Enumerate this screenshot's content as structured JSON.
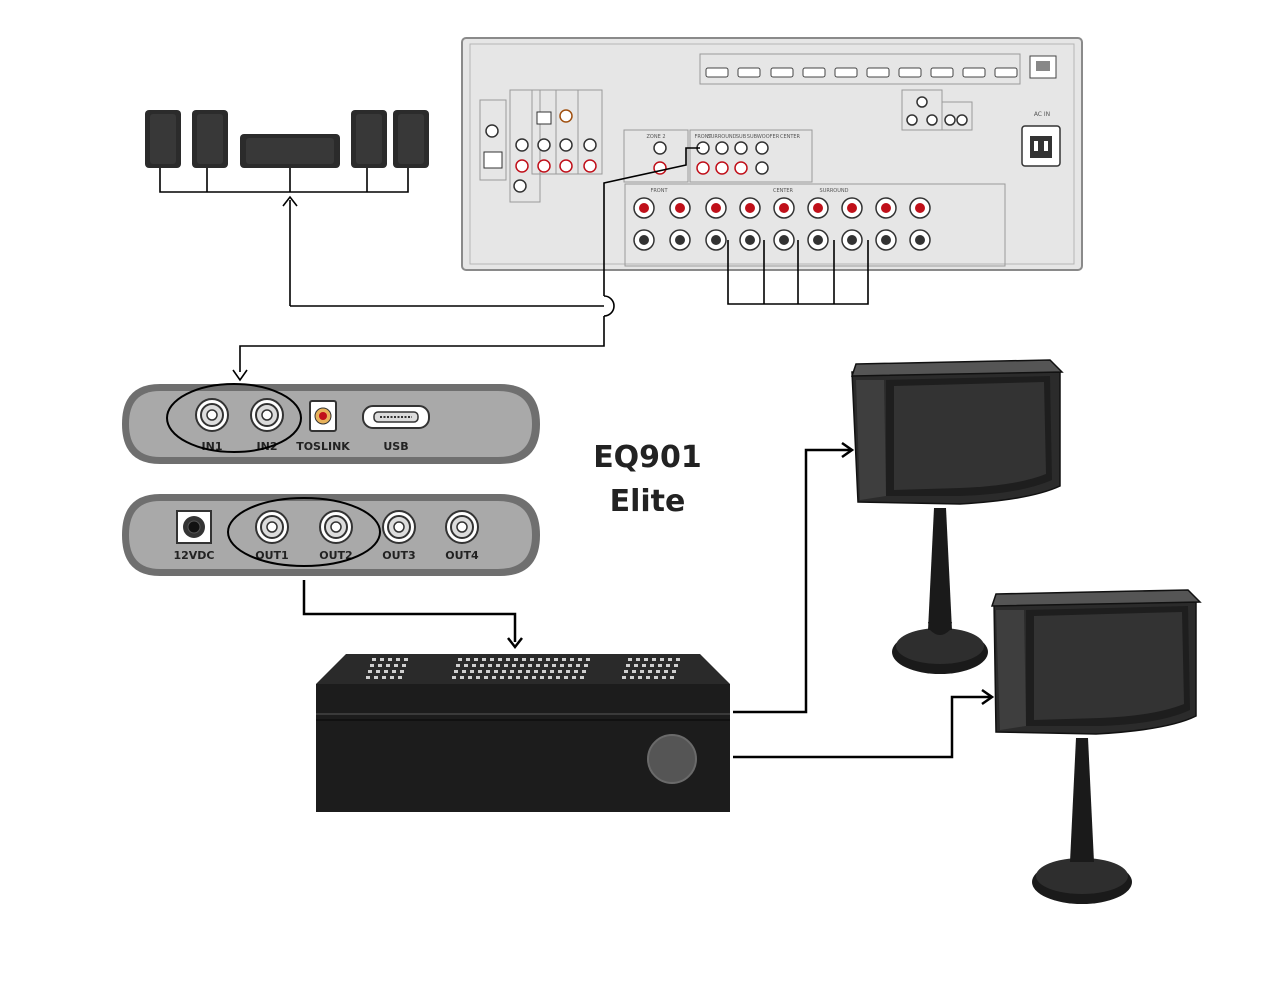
{
  "title": {
    "line1": "EQ901",
    "line2": "Elite"
  },
  "eq_input_panel": {
    "ports": [
      {
        "label": "IN1"
      },
      {
        "label": "IN2"
      },
      {
        "label": "TOSLINK"
      },
      {
        "label": "USB"
      }
    ]
  },
  "eq_output_panel": {
    "ports": [
      {
        "label": "12VDC"
      },
      {
        "label": "OUT1"
      },
      {
        "label": "OUT2"
      },
      {
        "label": "OUT3"
      },
      {
        "label": "OUT4"
      }
    ]
  },
  "receiver": {
    "ac_in_label": "AC IN",
    "zone2_label": "ZONE 2",
    "speaker_group_labels": [
      "FRONT",
      "SURROUND",
      "CENTER"
    ],
    "preout_labels": [
      "FRONT",
      "SURROUND",
      "SUB",
      "SUBWOOFER",
      "CENTER"
    ]
  },
  "colors": {
    "panel_fill": "#a9a9a9",
    "panel_inner": "#dcdcdc",
    "receiver_fill": "#e6e6e6",
    "amp_fill": "#1c1c1c",
    "speaker_fill": "#2b2b2b",
    "wire": "#000000",
    "rca_red": "#c0101a"
  }
}
